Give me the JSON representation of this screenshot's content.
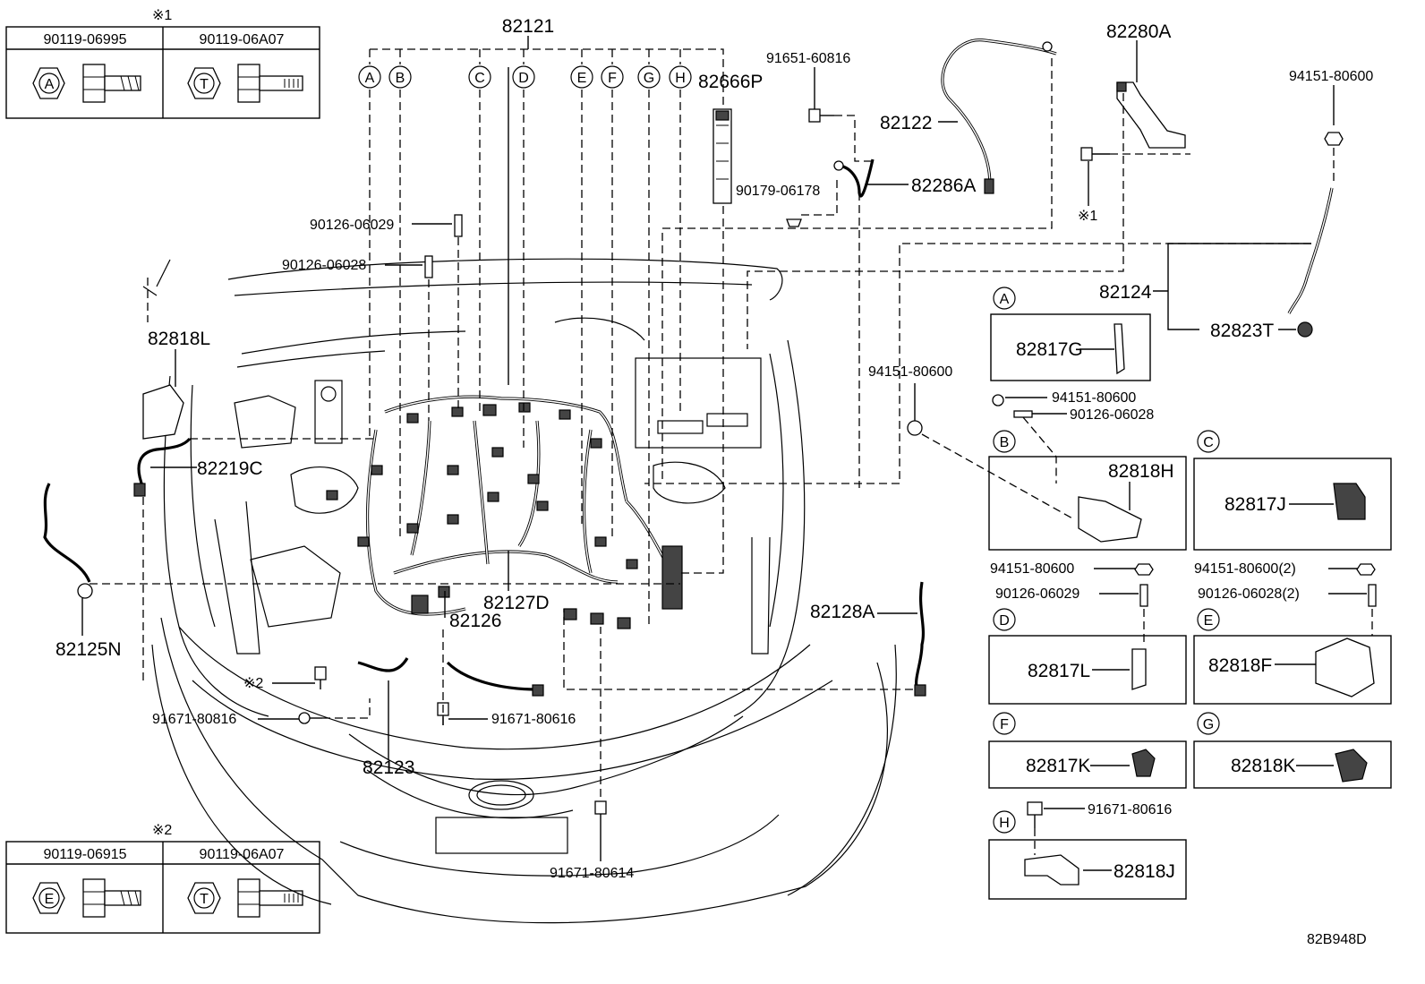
{
  "diagram_code": "82B948D",
  "main_part": "82121",
  "letter_callouts": [
    "A",
    "B",
    "C",
    "D",
    "E",
    "F",
    "G",
    "H"
  ],
  "fastener_table_1": {
    "mark": "※1",
    "cols": [
      {
        "pn": "90119-06995",
        "letter": "A"
      },
      {
        "pn": "90119-06A07",
        "letter": "T"
      }
    ]
  },
  "fastener_table_2": {
    "mark": "※2",
    "cols": [
      {
        "pn": "90119-06915",
        "letter": "E"
      },
      {
        "pn": "90119-06A07",
        "letter": "T"
      }
    ]
  },
  "labels": {
    "l82666P": "82666P",
    "l91651": "91651-60816",
    "l82122": "82122",
    "l82280A": "82280A",
    "l94151_top": "94151-80600",
    "l90179": "90179-06178",
    "l82286A": "82286A",
    "l_mark1": "※1",
    "l90126_06029_top": "90126-06029",
    "l90126_06028_top": "90126-06028",
    "l82124": "82124",
    "l82823T": "82823T",
    "l82818L": "82818L",
    "l94151_mid": "94151-80600",
    "l82219C": "82219C",
    "l82125N": "82125N",
    "l82127D": "82127D",
    "l82126": "82126",
    "l82128A": "82128A",
    "l_mark2": "※2",
    "l91671_80816": "91671-80816",
    "l91671_80616_mid": "91671-80616",
    "l82123": "82123",
    "l91671_80614": "91671-80614"
  },
  "detail_panels": {
    "A": {
      "part": "82817G",
      "nut": "94151-80600",
      "stud": "90126-06028"
    },
    "B": {
      "part": "82818H",
      "nut": "94151-80600",
      "stud": "90126-06029"
    },
    "C": {
      "part": "82817J",
      "nut": "94151-80600(2)",
      "stud": "90126-06028(2)"
    },
    "D": {
      "part": "82817L"
    },
    "E": {
      "part": "82818F"
    },
    "F": {
      "part": "82817K"
    },
    "G": {
      "part": "82818K"
    },
    "H": {
      "part": "82818J",
      "bolt": "91671-80616"
    }
  }
}
